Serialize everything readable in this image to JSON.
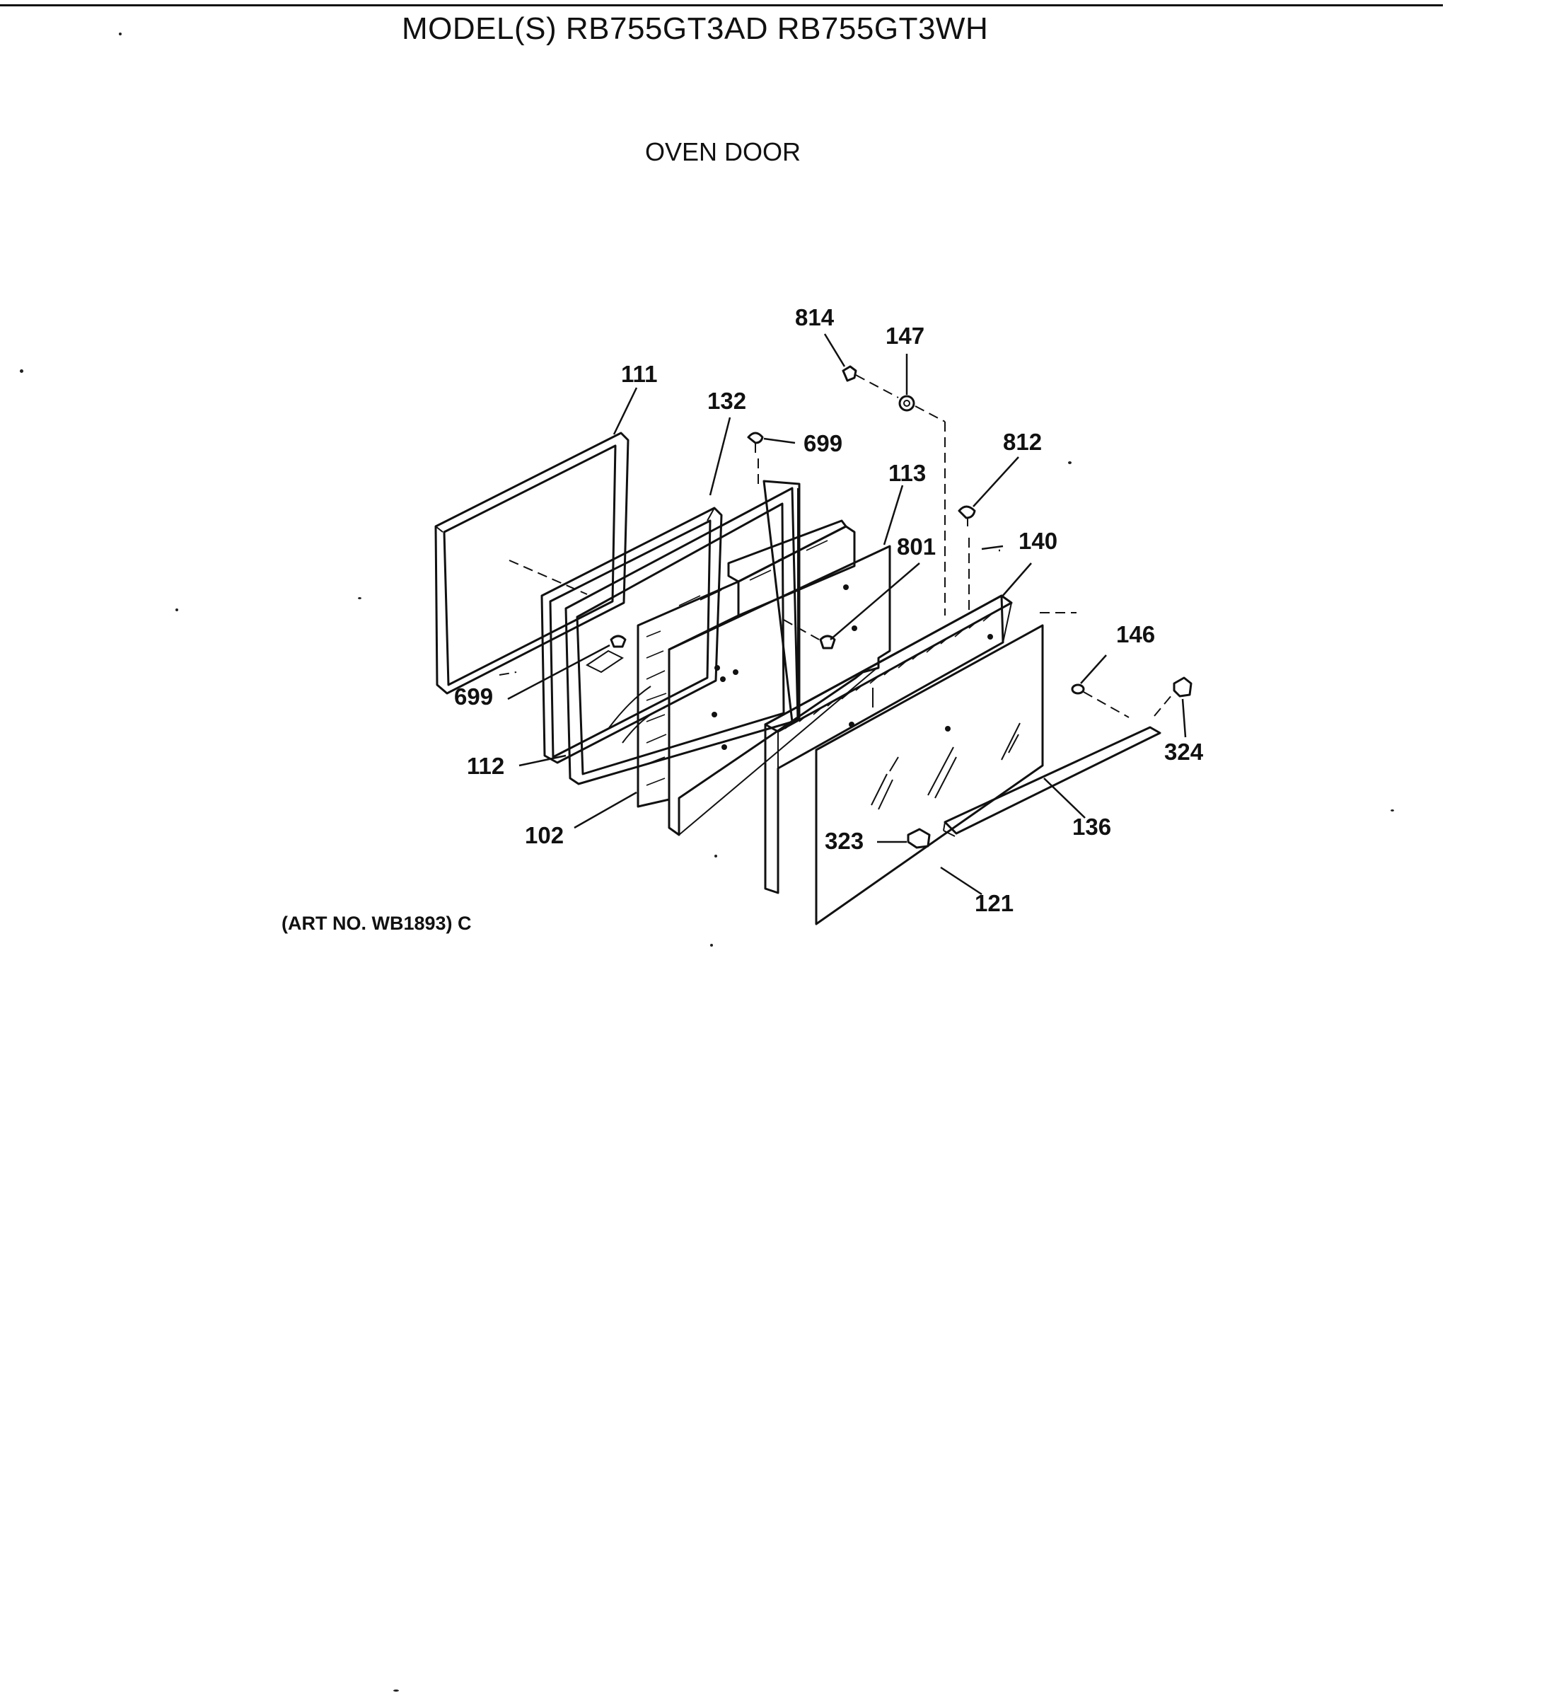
{
  "header": {
    "model_line": "MODEL(S) RB755GT3AD  RB755GT3WH",
    "section_title": "OVEN DOOR"
  },
  "footer": {
    "art_number": "(ART NO. WB1893) C"
  },
  "callouts": {
    "c814": "814",
    "c147": "147",
    "c111": "111",
    "c132": "132",
    "c699_top": "699",
    "c812": "812",
    "c113": "113",
    "c801": "801",
    "c140": "140",
    "c146": "146",
    "c699_left": "699",
    "c324": "324",
    "c112": "112",
    "c136": "136",
    "c102": "102",
    "c323": "323",
    "c121": "121"
  }
}
